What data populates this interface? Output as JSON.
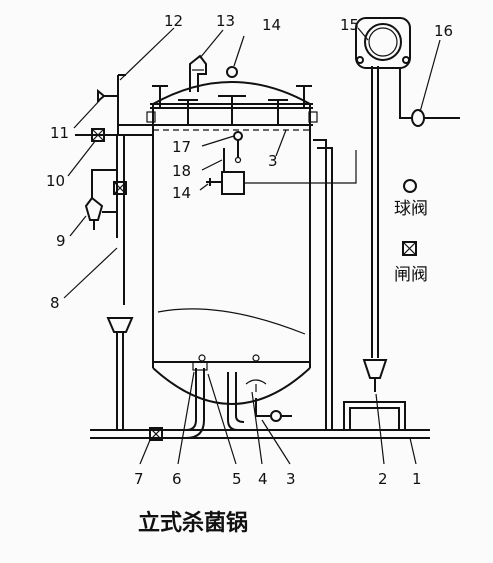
{
  "title": "立式杀菌锅",
  "legend": {
    "ball_valve": "球阀",
    "gate_valve": "闸阀"
  },
  "callouts": {
    "c1": "1",
    "c2": "2",
    "c3_bottom": "3",
    "c3_mid": "3",
    "c4": "4",
    "c5": "5",
    "c6": "6",
    "c7": "7",
    "c8": "8",
    "c9": "9",
    "c10": "10",
    "c11": "11",
    "c12": "12",
    "c13": "13",
    "c14_top": "14",
    "c14_mid": "14",
    "c15": "15",
    "c16": "16",
    "c17": "17",
    "c18": "18"
  }
}
